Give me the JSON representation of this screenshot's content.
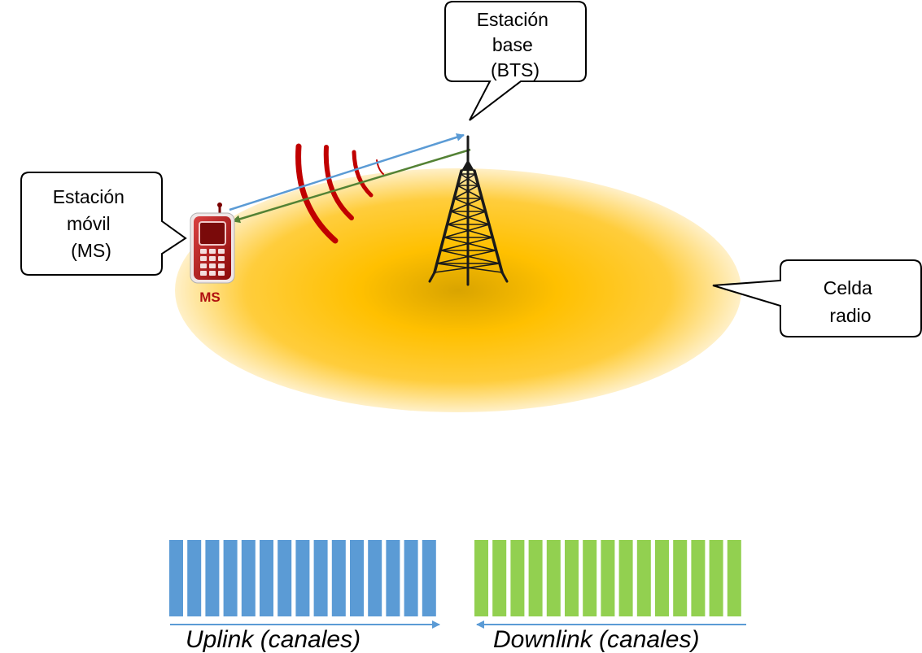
{
  "callouts": {
    "bts": [
      "Estación",
      "base",
      "(BTS)"
    ],
    "ms": [
      "Estación",
      "móvil",
      "(MS)"
    ],
    "cell": [
      "Celda",
      "radio"
    ]
  },
  "phone_label": "MS",
  "channels": {
    "uplink": {
      "label": "Uplink (canales)",
      "count": 15,
      "color": "#5b9bd5",
      "direction": "right"
    },
    "downlink": {
      "label": "Downlink (canales)",
      "count": 15,
      "color": "#92d050",
      "direction": "left"
    }
  },
  "links": {
    "uplink_color": "#5b9bd5",
    "downlink_color": "#548235"
  },
  "colors": {
    "cell_center": "#d9a400",
    "cell_mid": "#ffc000",
    "signal_waves": "#c00000",
    "phone_body": "#b01010"
  }
}
